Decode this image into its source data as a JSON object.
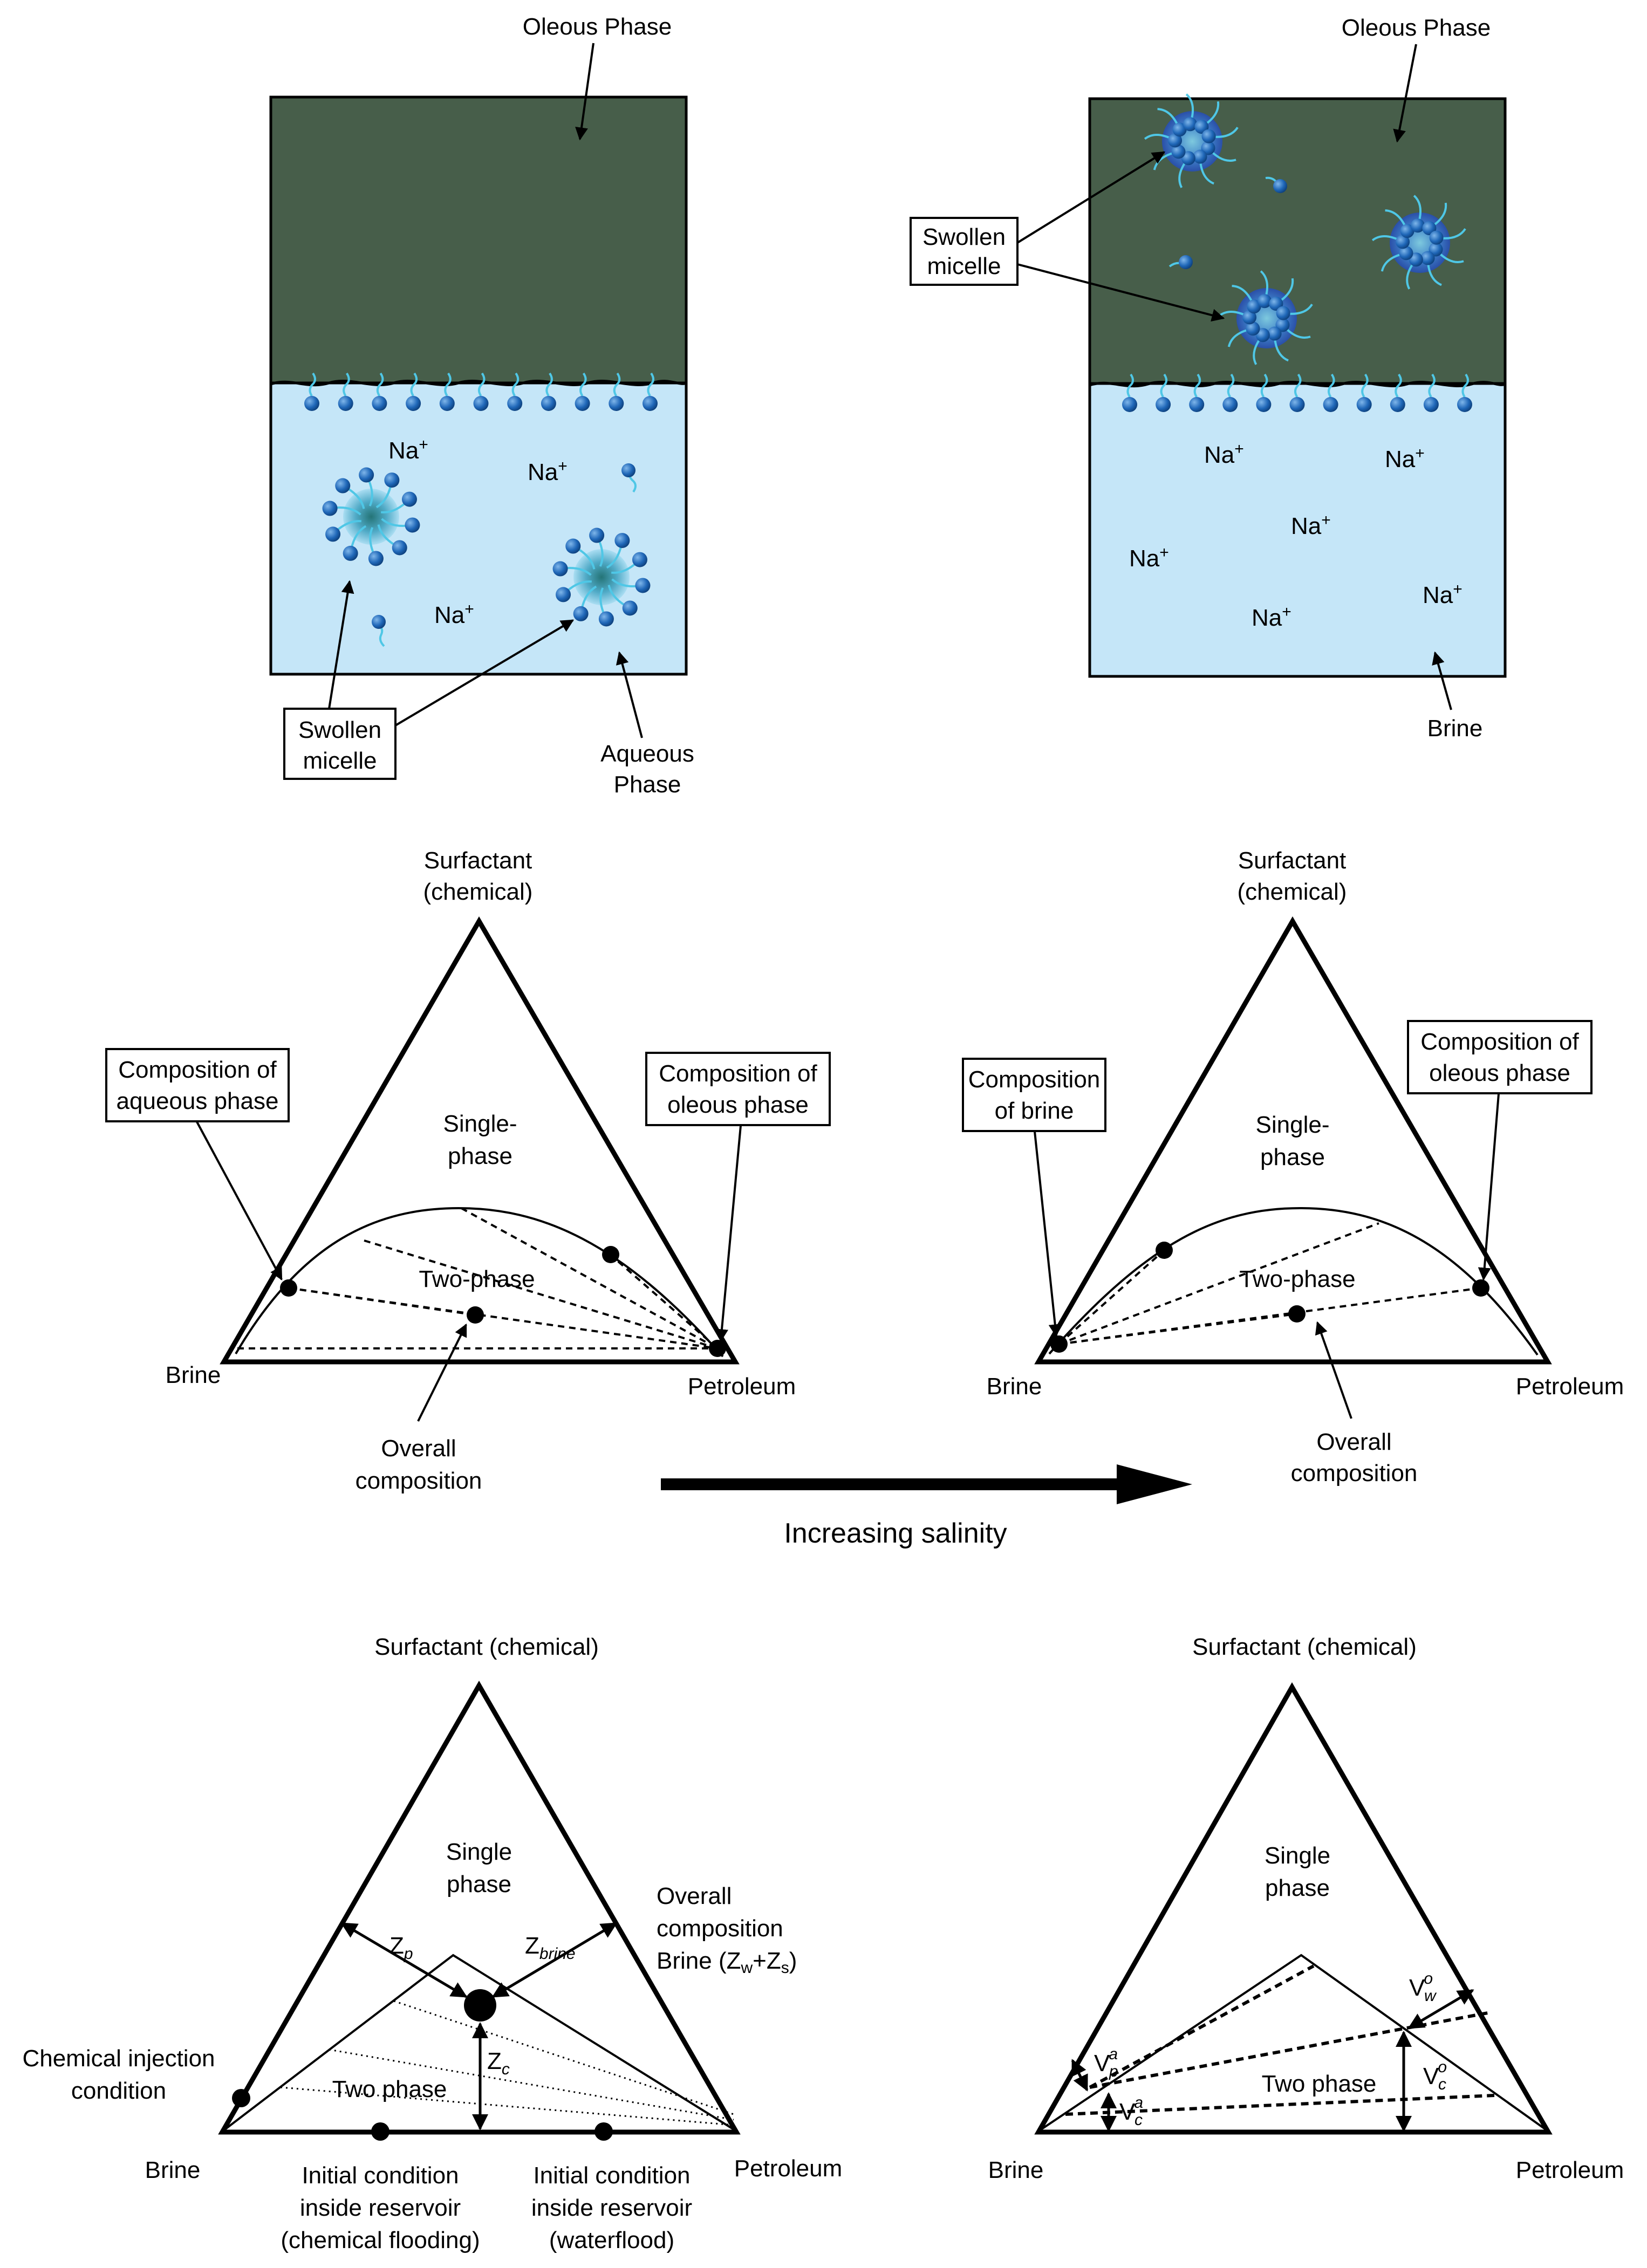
{
  "colors": {
    "oleous_phase": "#475e4a",
    "aqueous_phase": "#c5e6f8",
    "surfactant_head": "#1f67b8",
    "surfactant_tail": "#4fc7e6",
    "micelle_core": "#2a8fa8",
    "line": "#000000"
  },
  "panel_tl": {
    "oleous_label": "Oleous Phase",
    "ion_label": "Na",
    "ion_charge": "+",
    "swollen_label_line1": "Swollen",
    "swollen_label_line2": "micelle",
    "aqueous_label_line1": "Aqueous",
    "aqueous_label_line2": "Phase"
  },
  "panel_tr": {
    "oleous_label": "Oleous Phase",
    "swollen_label_line1": "Swollen",
    "swollen_label_line2": "micelle",
    "ion_label": "Na",
    "ion_charge": "+",
    "brine_label": "Brine"
  },
  "ternary_ml": {
    "apex_line1": "Surfactant",
    "apex_line2": "(chemical)",
    "left_vertex": "Brine",
    "right_vertex": "Petroleum",
    "single_phase_line1": "Single-",
    "single_phase_line2": "phase",
    "two_phase": "Two-phase",
    "box_left_line1": "Composition of",
    "box_left_line2": "aqueous phase",
    "box_right_line1": "Composition of",
    "box_right_line2": "oleous phase",
    "overall_line1": "Overall",
    "overall_line2": "composition"
  },
  "ternary_mr": {
    "apex_line1": "Surfactant",
    "apex_line2": "(chemical)",
    "left_vertex": "Brine",
    "right_vertex": "Petroleum",
    "single_phase_line1": "Single-",
    "single_phase_line2": "phase",
    "two_phase": "Two-phase",
    "box_left_line1": "Composition",
    "box_left_line2": "of brine",
    "box_right_line1": "Composition of",
    "box_right_line2": "oleous phase",
    "overall_line1": "Overall",
    "overall_line2": "composition"
  },
  "salinity_arrow_label": "Increasing salinity",
  "ternary_bl": {
    "apex": "Surfactant (chemical)",
    "single_phase_line1": "Single",
    "single_phase_line2": "phase",
    "two_phase": "Two phase",
    "overall_line1": "Overall",
    "overall_line2": "composition",
    "overall_line3": "Brine (Z",
    "overall_sub_w": "w",
    "overall_plus": "+Z",
    "overall_sub_s": "s",
    "overall_close": ")",
    "z_letter": "Z",
    "zp_sub": "p",
    "zbrine_sub": "brine",
    "zc_sub": "c",
    "chem_injection_line1": "Chemical injection",
    "chem_injection_line2": "condition",
    "left_vertex": "Brine",
    "right_vertex": "Petroleum",
    "init_chem_line1": "Initial condition",
    "init_chem_line2": "inside reservoir",
    "init_chem_line3": "(chemical flooding)",
    "init_water_line1": "Initial condition",
    "init_water_line2": "inside reservoir",
    "init_water_line3": "(waterflood)"
  },
  "ternary_br": {
    "apex": "Surfactant (chemical)",
    "single_phase_line1": "Single",
    "single_phase_line2": "phase",
    "two_phase": "Two phase",
    "v_letter": "V",
    "vw_sub": "w",
    "vw_sup": "o",
    "vc_o_sub": "c",
    "vc_o_sup": "o",
    "vp_sub": "p",
    "vp_sup": "a",
    "vc_a_sub": "c",
    "vc_a_sup": "a",
    "left_vertex": "Brine",
    "right_vertex": "Petroleum"
  }
}
